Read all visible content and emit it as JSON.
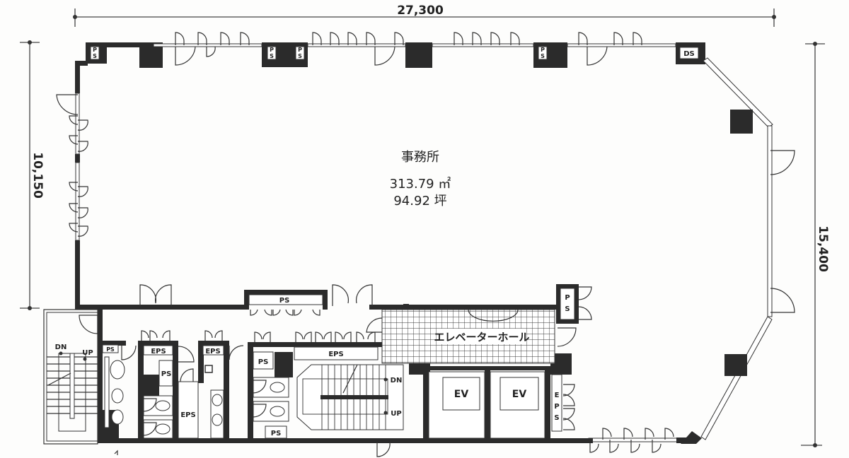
{
  "plan": {
    "dimensions": {
      "width_top": "27,300",
      "height_left": "10,150",
      "height_right": "15,400"
    },
    "office": {
      "name": "事務所",
      "area_m2": "313.79 ㎡",
      "area_tsubo": "94.92 坪"
    },
    "elevator_hall": "エレベーターホール",
    "elevators": [
      "EV",
      "EV"
    ],
    "labels": {
      "ps": "PS",
      "eps": "EPS",
      "ds": "DS",
      "dn": "DN",
      "up": "UP",
      "p": "P",
      "s": "S",
      "e": "E"
    }
  }
}
